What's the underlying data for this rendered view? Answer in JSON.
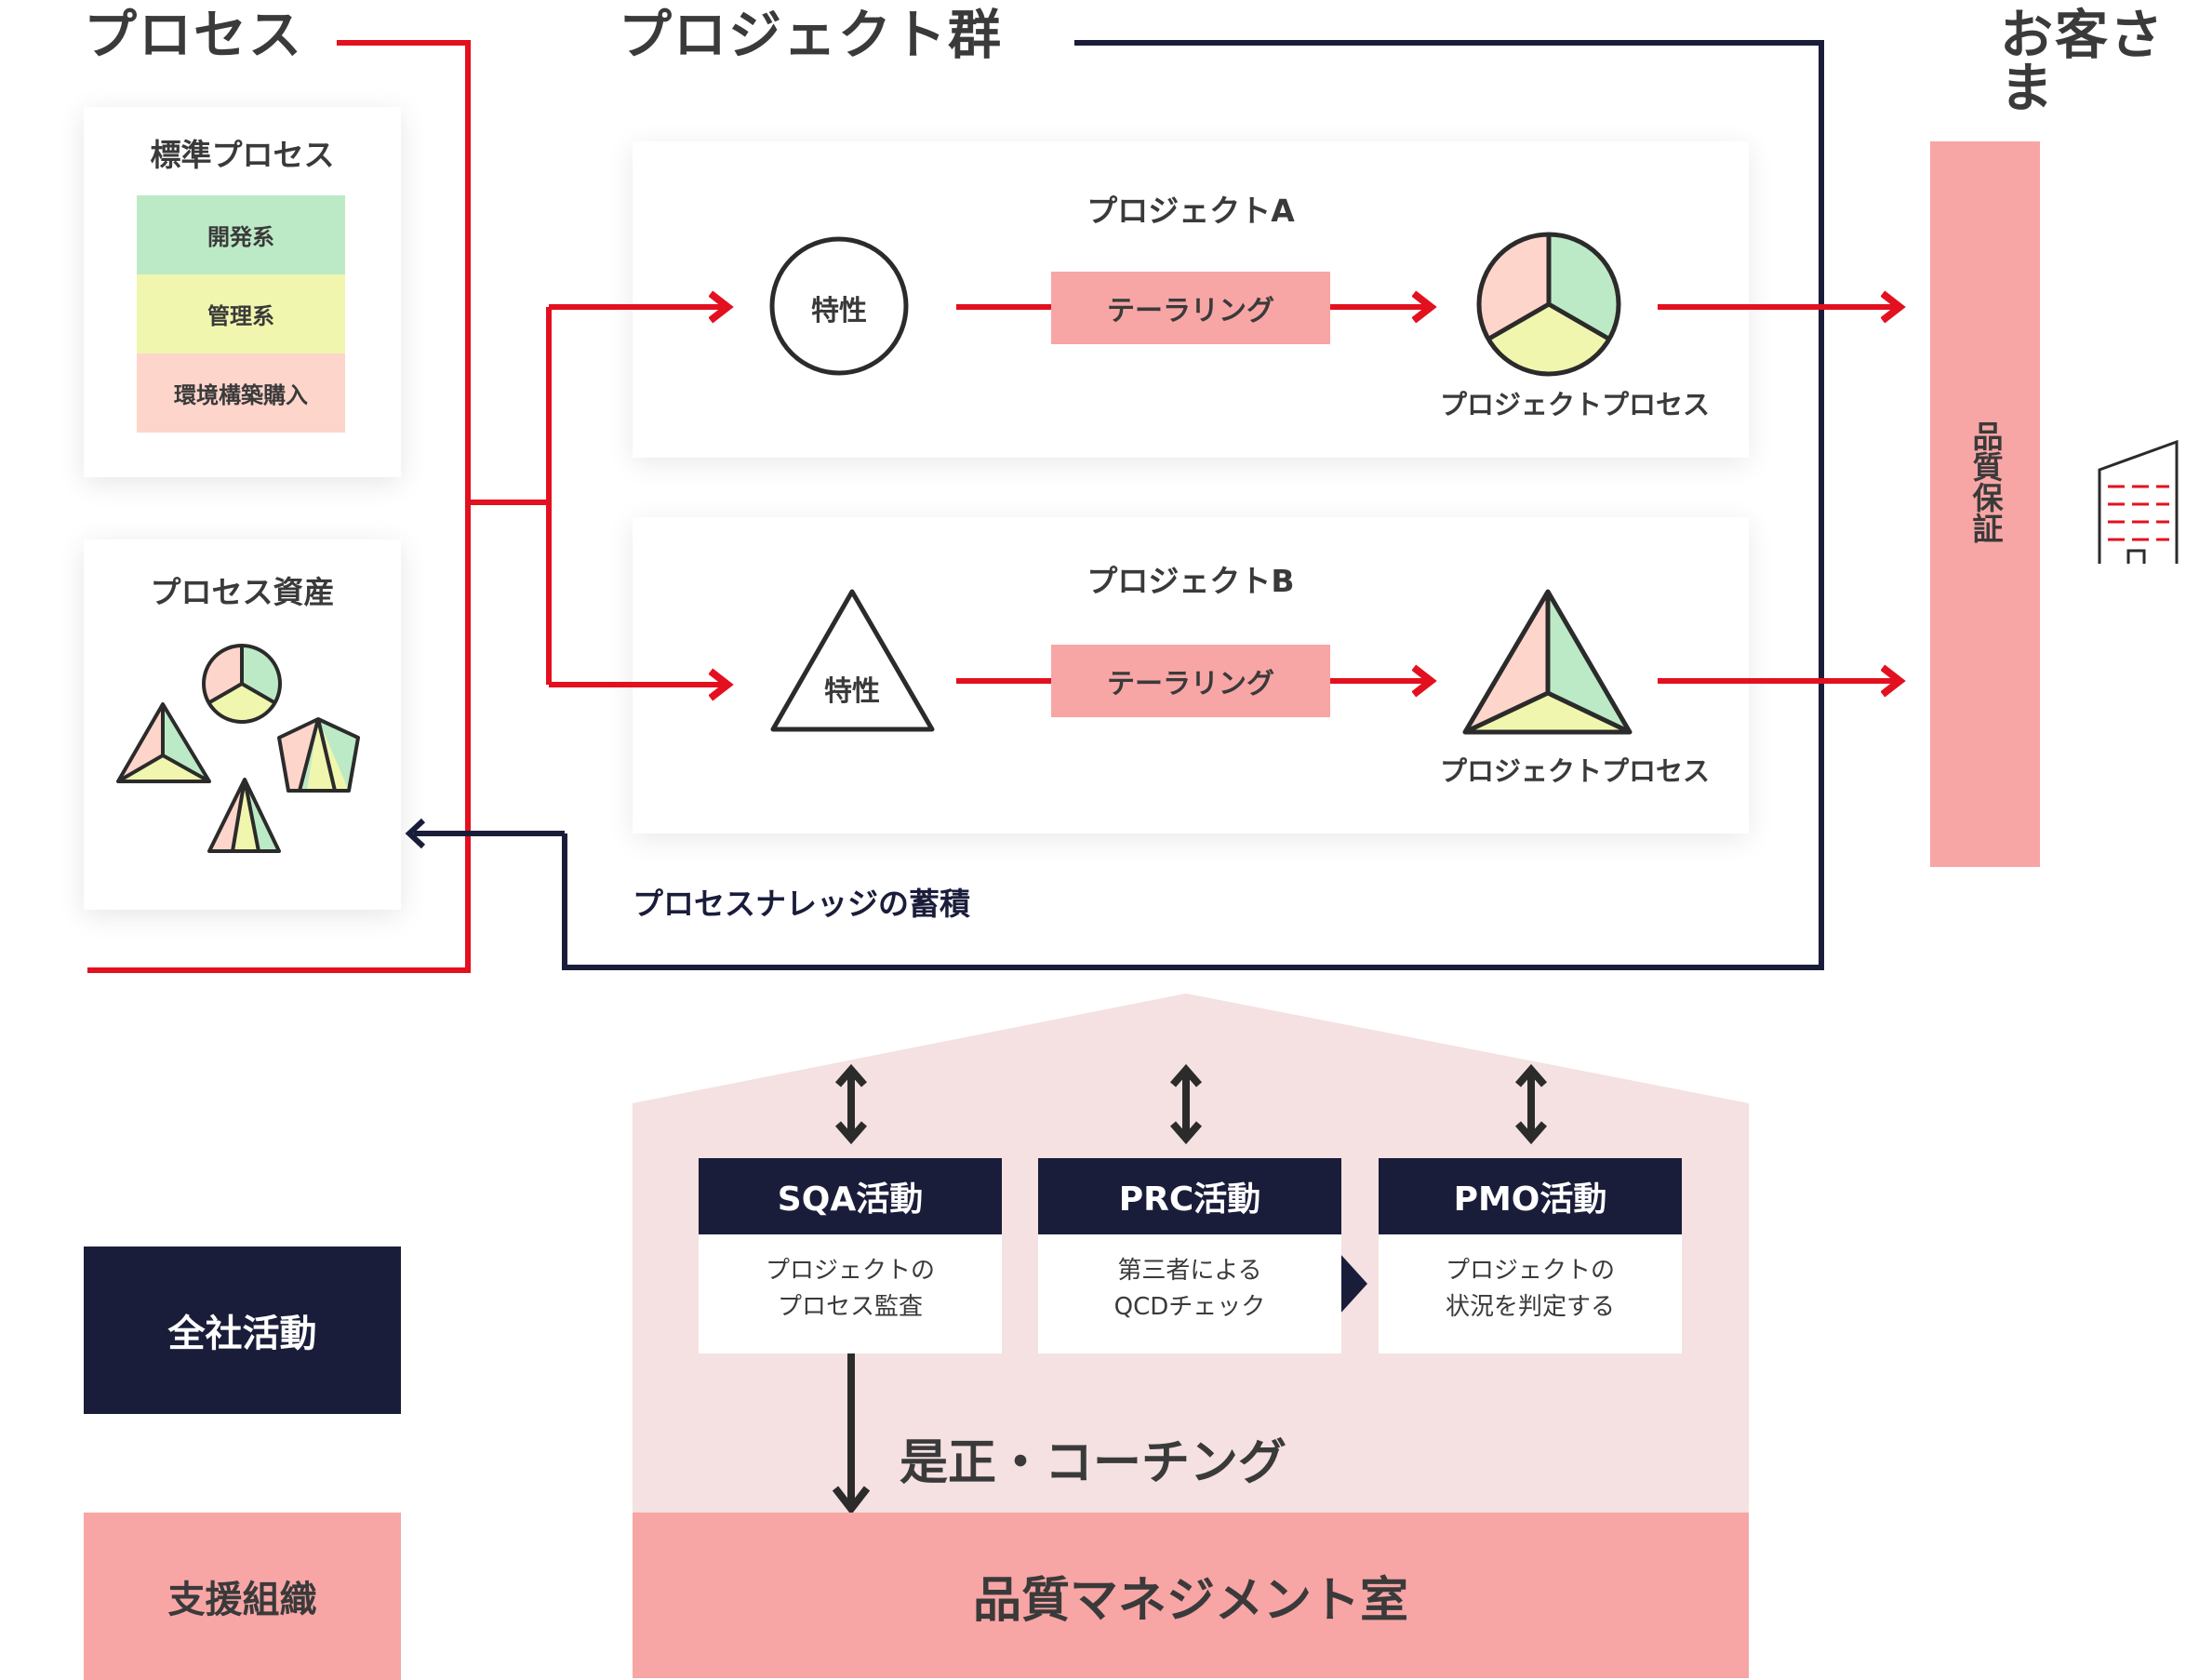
{
  "headers": {
    "process": "プロセス",
    "projects": "プロジェクト群",
    "customer": "お客さま"
  },
  "standard_process": {
    "title": "標準プロセス",
    "items": [
      {
        "label": "開発系",
        "color": "#bdeac6"
      },
      {
        "label": "管理系",
        "color": "#f1f6ae"
      },
      {
        "label": "環境構築購入",
        "color": "#fdd5cb"
      }
    ]
  },
  "process_assets": {
    "title": "プロセス資産"
  },
  "project_a": {
    "title": "プロジェクトA",
    "characteristic": "特性",
    "tailoring": "テーラリング",
    "process_label": "プロジェクトプロセス"
  },
  "project_b": {
    "title": "プロジェクトB",
    "characteristic": "特性",
    "tailoring": "テーラリング",
    "process_label": "プロジェクトプロセス"
  },
  "knowledge_label": "プロセスナレッジの蓄積",
  "quality_assurance": "品質保証",
  "activities": [
    {
      "name": "SQA活動",
      "desc_line1": "プロジェクトの",
      "desc_line2": "プロセス監査"
    },
    {
      "name": "PRC活動",
      "desc_line1": "第三者による",
      "desc_line2": "QCDチェック"
    },
    {
      "name": "PMO活動",
      "desc_line1": "プロジェクトの",
      "desc_line2": "状況を判定する"
    }
  ],
  "coaching_label": "是正・コーチング",
  "qm_room_label": "品質マネジメント室",
  "legend": {
    "company_wide": "全社活動",
    "support_org": "支援組織"
  },
  "colors": {
    "red": "#e3101f",
    "navy": "#1a1d3a",
    "pink": "#f8a5a5",
    "light_pink": "#f5e1e1",
    "green": "#bdeac6",
    "yellow": "#f1f6ae",
    "salmon": "#fdd5cb"
  },
  "icons": {
    "building": "building-icon",
    "arrow": "arrow-right-icon",
    "double_arrow": "double-arrow-vertical-icon"
  }
}
